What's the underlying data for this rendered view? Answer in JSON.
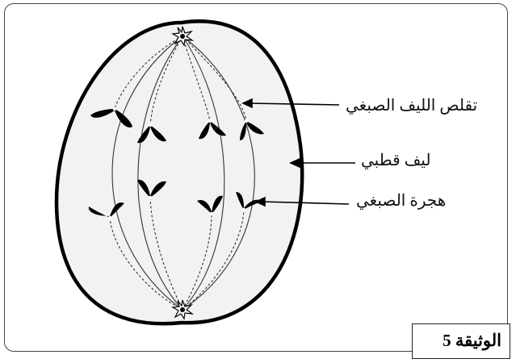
{
  "labels": {
    "contraction": "تقلص الليف الصبغي",
    "polar_fiber": "ليف قطبي",
    "migration": "هجرة الصبغي"
  },
  "caption": "الوثيقة 5",
  "colors": {
    "cell_fill": "#f2f2f2",
    "outline": "#000000",
    "chromosome": "#000000"
  }
}
